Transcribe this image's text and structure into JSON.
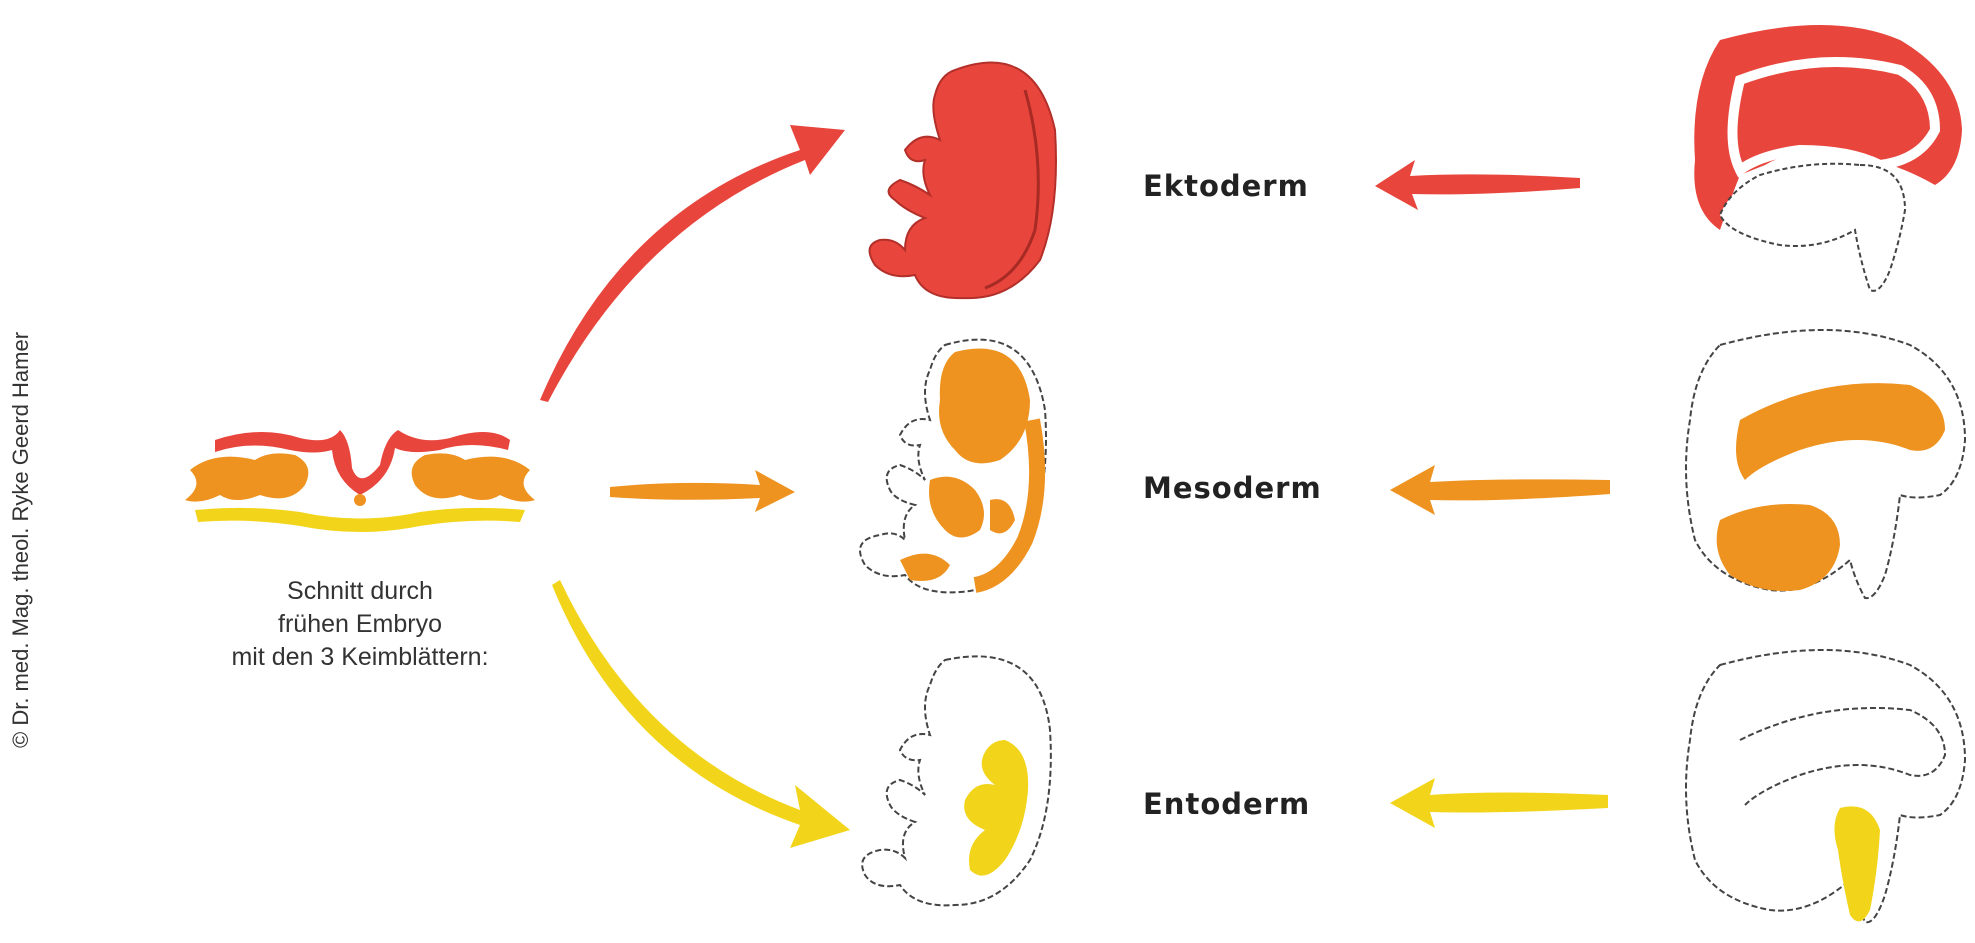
{
  "copyright": "© Dr. med. Mag. theol. Ryke Geerd Hamer",
  "caption": {
    "line1": "Schnitt durch",
    "line2": "frühen Embryo",
    "line3": "mit den 3 Keimblättern:"
  },
  "germ_layers": [
    {
      "label": "Ektoderm",
      "color": "#e8453c"
    },
    {
      "label": "Mesoderm",
      "color": "#ee9320"
    },
    {
      "label": "Entoderm",
      "color": "#f2d51a"
    }
  ],
  "colors": {
    "ektoderm": "#e8453c",
    "mesoderm": "#ee9320",
    "entoderm": "#f2d51a",
    "outline": "#444444"
  }
}
